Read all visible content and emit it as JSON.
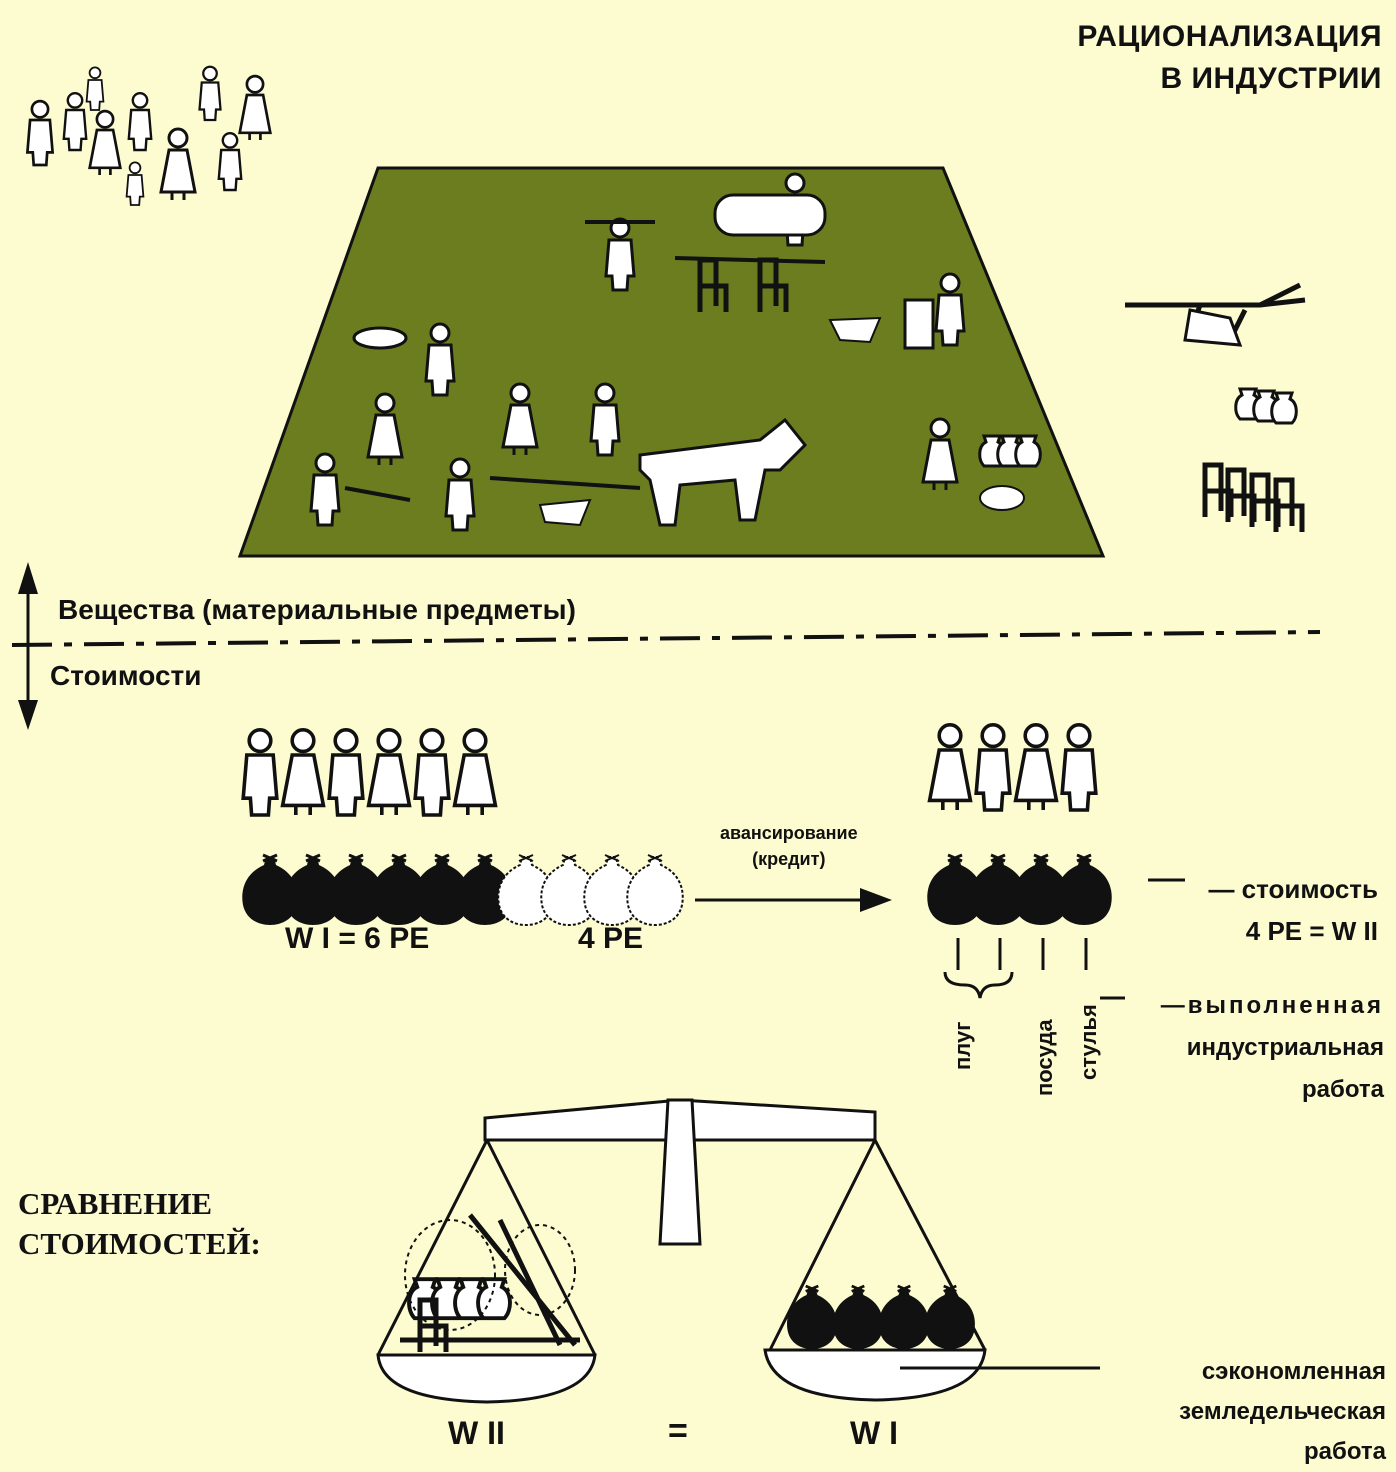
{
  "title": {
    "line1": "РАЦИОНАЛИЗАЦИЯ",
    "line2": "В ИНДУСТРИИ"
  },
  "axis": {
    "top_label": "Вещества (материальные предметы)",
    "bottom_label": "Стоимости"
  },
  "left_group": {
    "label_wi": "W I = 6 PE",
    "label_4pe": "4 PE"
  },
  "credit": {
    "line1": "авансирование",
    "line2": "(кредит)"
  },
  "value": {
    "line1": "— стоимость",
    "line2": "4 PE = W II"
  },
  "items": [
    "плуг",
    "посуда",
    "стулья"
  ],
  "work": {
    "line1": "—выполненная",
    "line2": "индустриальная",
    "line3": "работа"
  },
  "compare": {
    "line1": "СРАВНЕНИЕ",
    "line2": "СТОИМОСТЕЙ:"
  },
  "saved": {
    "line1": "сэкономленная",
    "line2": "земледельческая",
    "line3": "работа"
  },
  "balance": {
    "left": "W II",
    "equals": "=",
    "right": "W I"
  },
  "colors": {
    "background": "#fdfbd0",
    "field": "#6b7d1f",
    "ink": "#111111"
  }
}
